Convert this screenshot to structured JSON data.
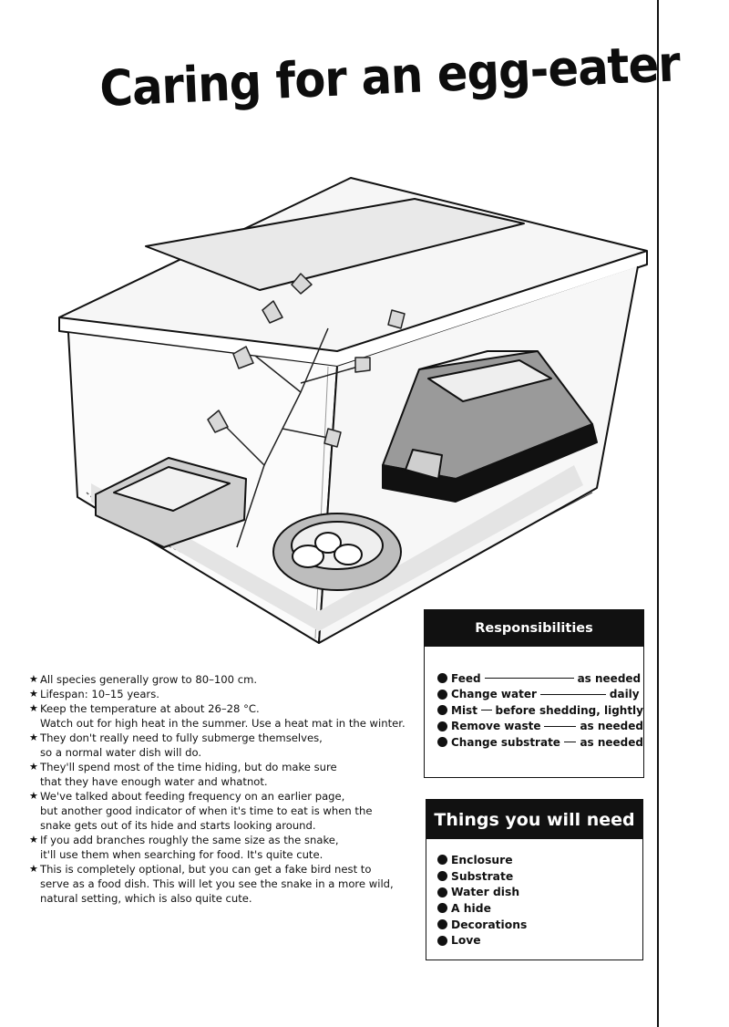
{
  "title": "Caring for an egg-eater",
  "notes": [
    "All species generally grow to 80–100 cm.",
    "Lifespan: 10–15 years.",
    "Keep the temperature at about 26–28 °C.\nWatch out for high heat in the summer. Use a heat mat in the winter.",
    "They don't really need to fully submerge themselves,\nso a normal water dish will do.",
    "They'll spend most of the time hiding, but do make sure\nthat they have enough water and whatnot.",
    "We've talked about feeding frequency on an earlier page,\nbut another good indicator of when it's time to eat is when the\nsnake gets out of its hide and starts looking around.",
    "If you add branches roughly the same size as the snake,\nit'll use them when searching for food. It's quite cute.",
    "This is completely optional, but you can get a fake bird nest to\nserve as a food dish. This will let you see the snake in a more wild,\nnatural setting, which is also quite cute."
  ],
  "responsibilities": {
    "heading": "Responsibilities",
    "items": [
      {
        "task": "Feed",
        "frequency": "as needed"
      },
      {
        "task": "Change water",
        "frequency": "daily"
      },
      {
        "task": "Mist",
        "frequency": "before shedding, lightly"
      },
      {
        "task": "Remove waste",
        "frequency": "as needed"
      },
      {
        "task": "Change substrate",
        "frequency": "as needed"
      }
    ]
  },
  "things_needed": {
    "heading": "Things you will need",
    "items": [
      "Enclosure",
      "Substrate",
      "Water dish",
      "A hide",
      "Decorations",
      "Love"
    ]
  }
}
